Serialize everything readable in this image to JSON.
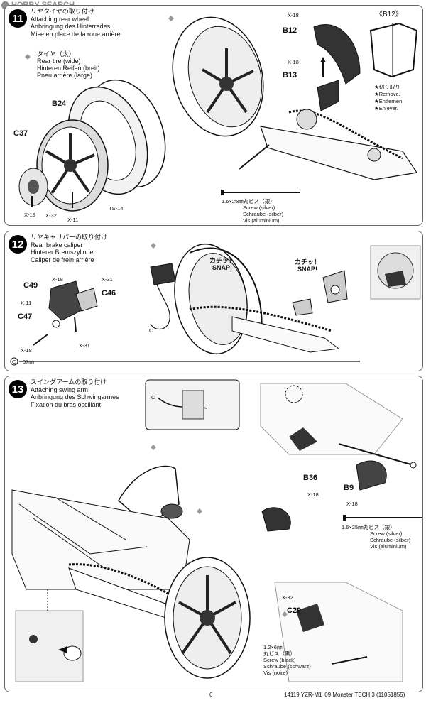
{
  "watermark": "HOBBY SEARCH",
  "step11": {
    "number": "11",
    "title_jp": "リヤタイヤの取り付け",
    "title_en": "Attaching rear wheel",
    "title_de": "Anbringung des Hinterrades",
    "title_fr": "Mise en place de la roue arrière",
    "tire_jp": "タイヤ（太）",
    "tire_en": "Rear tire (wide)",
    "tire_de": "Hinteren Reifen (breit)",
    "tire_fr": "Pneu arrière (large)",
    "labels": {
      "b24": "B24",
      "c37": "C37",
      "x18a": "X-18",
      "x32": "X-32",
      "x11": "X-11",
      "ts14": "TS-14",
      "x18b": "X-18",
      "b12": "B12",
      "x18c": "X-18",
      "b13": "B13",
      "b12_bracket": "《B12》"
    },
    "cut_off": [
      "★切り取り",
      "★Remove.",
      "★Entfernen.",
      "★Enlever."
    ],
    "screw": {
      "size": "1.6×25㎜丸ビス（銀）",
      "en": "Screw (silver)",
      "de": "Schraube (silber)",
      "fr": "Vis (aluminium)"
    }
  },
  "step12": {
    "number": "12",
    "title_jp": "リヤキャリパーの取り付け",
    "title_en": "Rear brake caliper",
    "title_de": "Hinterer Bremszylinder",
    "title_fr": "Caliper de frein arrière",
    "labels": {
      "x18a": "X-18",
      "c49": "C49",
      "x31a": "X-31",
      "c46": "C46",
      "x11": "X-11",
      "c47": "C47",
      "x18b": "X-18",
      "x31b": "X-31",
      "c": "C",
      "c_len": "57㎜"
    },
    "snap_jp": "カチッ！",
    "snap_en": "SNAP!",
    "snap2_jp": "カチッ！",
    "snap2_en": "SNAP!"
  },
  "step13": {
    "number": "13",
    "title_jp": "スイングアームの取り付け",
    "title_en": "Attaching swing arm",
    "title_de": "Anbringung des Schwingarmes",
    "title_fr": "Fixation du bras oscillant",
    "labels": {
      "c": "C",
      "b36": "B36",
      "x18a": "X-18",
      "b9": "B9",
      "x18b": "X-18",
      "x32": "X-32",
      "c29": "C29"
    },
    "screw1": {
      "size": "1.6×25㎜丸ビス（銀）",
      "en": "Screw (silver)",
      "de": "Schraube (silber)",
      "fr": "Vis (aluminium)"
    },
    "screw2": {
      "size": "1.2×6㎜",
      "jp": "丸ビス（黒）",
      "en": "Screw (black)",
      "de": "Schraube (schwarz)",
      "fr": "Vis (noire)"
    }
  },
  "footer": {
    "page": "6",
    "product": "14119  YZR-M1 '09 Monster TECH 3 (11051855)"
  }
}
